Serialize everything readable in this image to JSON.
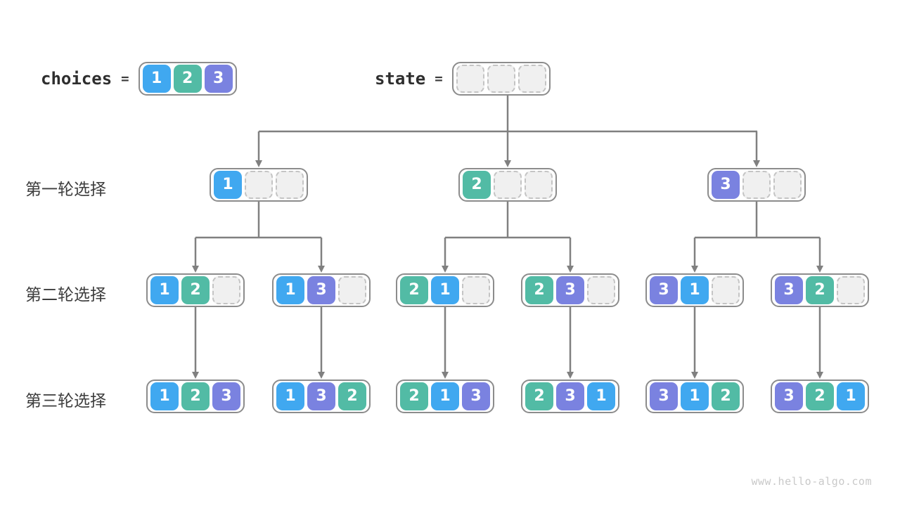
{
  "palette": {
    "background": "#FFFFFF",
    "value_colors": {
      "1": "#40A8F0",
      "2": "#52BBA5",
      "3": "#7A82E0"
    },
    "cell_text": "#FFFFFF",
    "empty_cell_fill": "#F0F0F0",
    "empty_cell_border": "#C4C4C4",
    "node_border": "#8C8C8C",
    "arrow": "#808080",
    "label_text": "#3D3D3D",
    "watermark_text": "#C9C9C9"
  },
  "header": {
    "choices_label": "choices",
    "choices_equals": "=",
    "choices_values": [
      "1",
      "2",
      "3"
    ],
    "state_label": "state",
    "state_equals": "=",
    "state_values": [
      null,
      null,
      null
    ]
  },
  "rows": [
    {
      "label": "第一轮选择",
      "nodes": [
        [
          "1",
          null,
          null
        ],
        [
          "2",
          null,
          null
        ],
        [
          "3",
          null,
          null
        ]
      ]
    },
    {
      "label": "第二轮选择",
      "nodes": [
        [
          "1",
          "2",
          null
        ],
        [
          "1",
          "3",
          null
        ],
        [
          "2",
          "1",
          null
        ],
        [
          "2",
          "3",
          null
        ],
        [
          "3",
          "1",
          null
        ],
        [
          "3",
          "2",
          null
        ]
      ]
    },
    {
      "label": "第三轮选择",
      "nodes": [
        [
          "1",
          "2",
          "3"
        ],
        [
          "1",
          "3",
          "2"
        ],
        [
          "2",
          "1",
          "3"
        ],
        [
          "2",
          "3",
          "1"
        ],
        [
          "3",
          "1",
          "2"
        ],
        [
          "3",
          "2",
          "1"
        ]
      ]
    }
  ],
  "footer": {
    "watermark": "www.hello-algo.com"
  }
}
